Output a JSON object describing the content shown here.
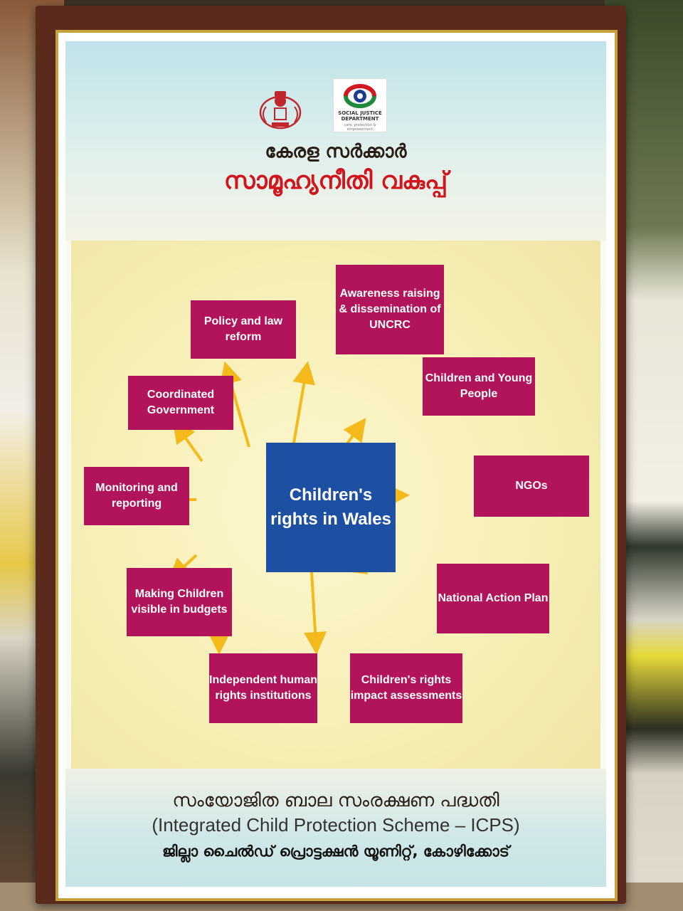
{
  "header": {
    "department_logo_text": "SOCIAL JUSTICE DEPARTMENT",
    "department_logo_subtext": "care, protection & empowerment",
    "govt_name": "കേരള സർക്കാർ",
    "department_name": "സാമൂഹ്യനീതി വകുപ്പ്"
  },
  "diagram": {
    "center": "Children's rights in Wales",
    "nodes": [
      "Awareness raising & dissemination of UNCRC",
      "Policy and law reform",
      "Children and Young People",
      "Coordinated Government",
      "Monitoring and reporting",
      "NGOs",
      "Making Children visible in budgets",
      "National Action Plan",
      "Independent human rights institutions",
      "Children's rights impact assessments"
    ]
  },
  "footer": {
    "scheme_ml": "സംയോജിത ബാല സംരക്ഷണ പദ്ധതി",
    "scheme_en": "(Integrated Child Protection Scheme – ICPS)",
    "unit_ml": "ജില്ലാ ചൈൽഡ് പ്രൊട്ടക്ഷൻ യൂണിറ്റ്, കോഴിക്കോട്"
  },
  "colors": {
    "node": "#b1145a",
    "center": "#1d4fa3",
    "arrow": "#f4b91a",
    "frame": "#5a2a1c",
    "title_red": "#d2141c"
  }
}
